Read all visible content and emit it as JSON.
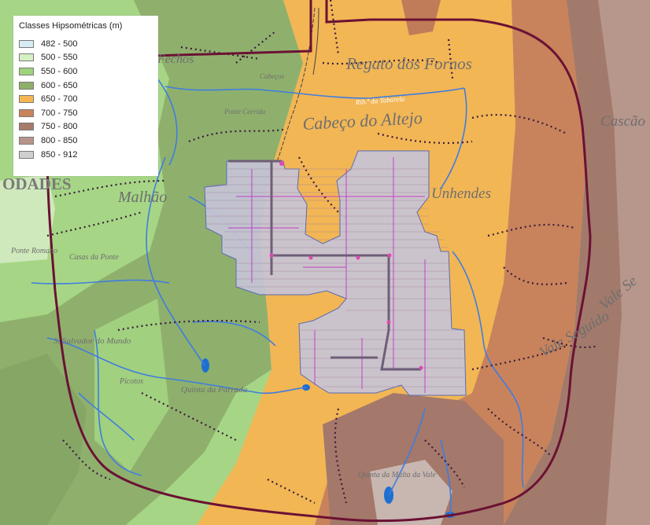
{
  "legend": {
    "title": "Classes Hipsométricas (m)",
    "items": [
      {
        "label": "482 - 500",
        "color": "#d8ecf6"
      },
      {
        "label": "500 - 550",
        "color": "#d5f0c3"
      },
      {
        "label": "550 - 600",
        "color": "#9ed37c"
      },
      {
        "label": "600 - 650",
        "color": "#8eaf6a"
      },
      {
        "label": "650 - 700",
        "color": "#f3b651"
      },
      {
        "label": "700 - 750",
        "color": "#c9845a"
      },
      {
        "label": "750 - 800",
        "color": "#a87a6a"
      },
      {
        "label": "800 - 850",
        "color": "#b8958a"
      },
      {
        "label": "850 - 912",
        "color": "#cfcfcf"
      }
    ]
  },
  "places": {
    "regato": "Regato dos Fornos",
    "ribeira": "Rib.ª da Tabarela",
    "cabeco": "Cabeço do Altejo",
    "cascao": "Cascão",
    "unhendes": "Unhendes",
    "malhao": "Malhão",
    "odades": "ODADES",
    "ponte_romano": "Ponte Romano",
    "casas_ponte": "Casas da Ponte",
    "salvador": "S. Salvador do Mundo",
    "picotos": "Picotos",
    "parrada": "Quinta da Parrada",
    "vale_seguido": "Vale Seguido",
    "vale_se": "Vale Se",
    "quinta_malta": "Quinta da Malta da Vale",
    "ponte_corrida": "Ponte Corrida",
    "cabecos": "Cabeços",
    "fechos": "Fechos"
  }
}
